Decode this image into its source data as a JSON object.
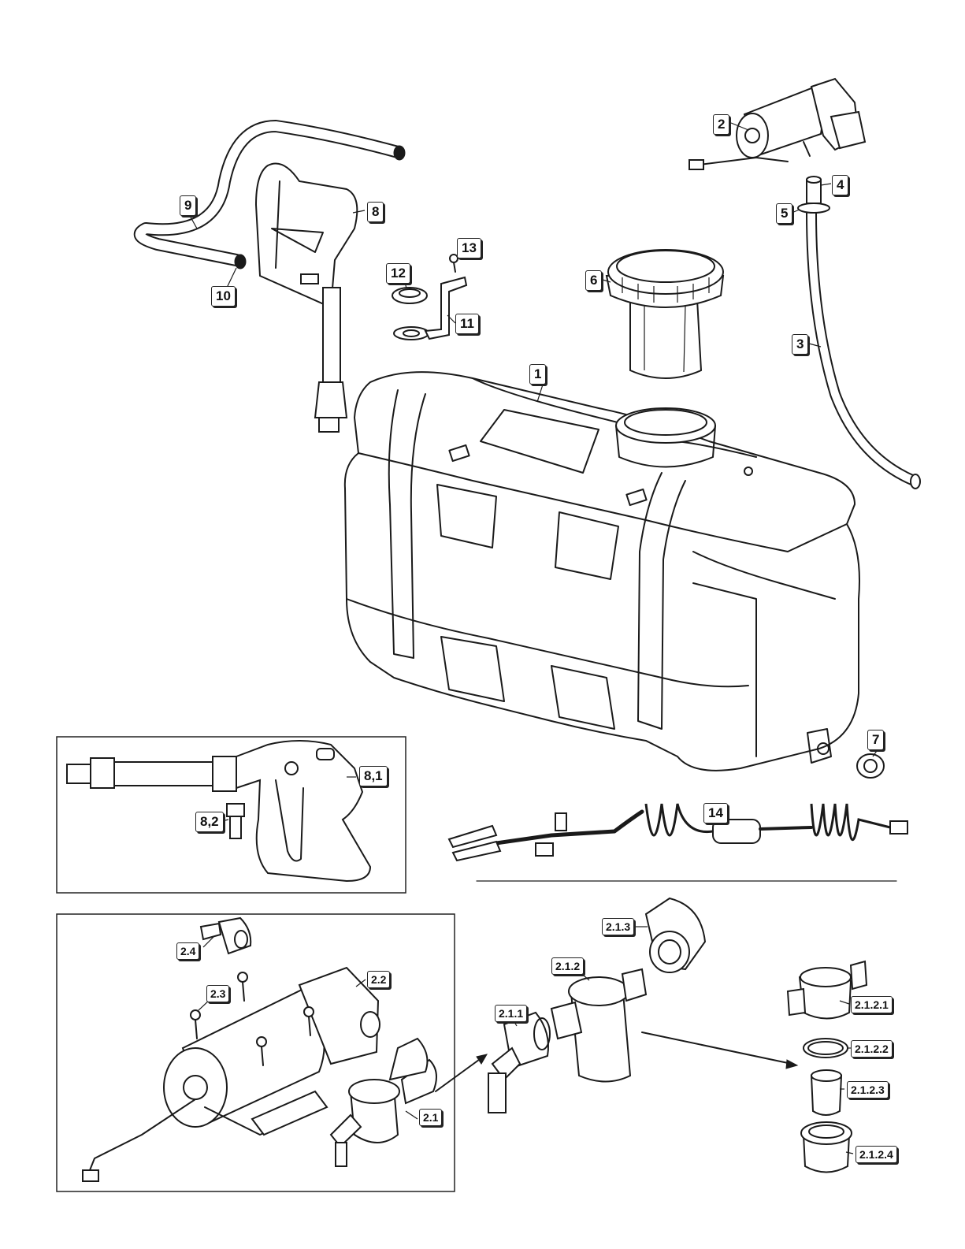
{
  "callouts": [
    {
      "id": "1",
      "text": "1"
    },
    {
      "id": "2",
      "text": "2"
    },
    {
      "id": "3",
      "text": "3"
    },
    {
      "id": "4",
      "text": "4"
    },
    {
      "id": "5",
      "text": "5"
    },
    {
      "id": "6",
      "text": "6"
    },
    {
      "id": "7",
      "text": "7"
    },
    {
      "id": "8",
      "text": "8"
    },
    {
      "id": "9",
      "text": "9"
    },
    {
      "id": "10",
      "text": "10"
    },
    {
      "id": "11",
      "text": "11"
    },
    {
      "id": "12",
      "text": "12"
    },
    {
      "id": "13",
      "text": "13"
    },
    {
      "id": "14",
      "text": "14"
    },
    {
      "id": "8_1",
      "text": "8,1"
    },
    {
      "id": "8_2",
      "text": "8,2"
    },
    {
      "id": "2_1",
      "text": "2.1"
    },
    {
      "id": "2_2",
      "text": "2.2"
    },
    {
      "id": "2_3",
      "text": "2.3"
    },
    {
      "id": "2_4",
      "text": "2.4"
    },
    {
      "id": "2_1_1",
      "text": "2.1.1"
    },
    {
      "id": "2_1_2",
      "text": "2.1.2"
    },
    {
      "id": "2_1_3",
      "text": "2.1.3"
    },
    {
      "id": "2_1_2_1",
      "text": "2.1.2.1"
    },
    {
      "id": "2_1_2_2",
      "text": "2.1.2.2"
    },
    {
      "id": "2_1_2_3",
      "text": "2.1.2.3"
    },
    {
      "id": "2_1_2_4",
      "text": "2.1.2.4"
    }
  ]
}
